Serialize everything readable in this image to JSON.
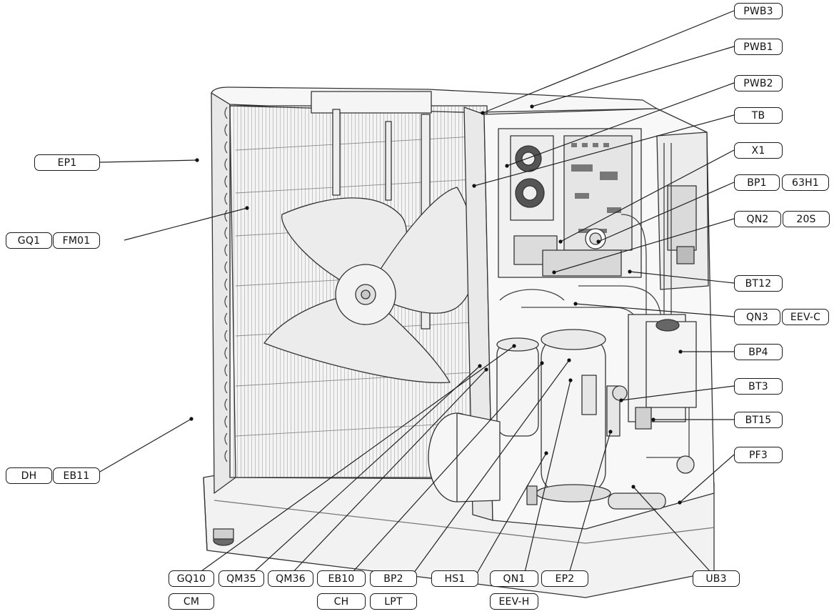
{
  "callouts": [
    {
      "id": "pwb3",
      "labels": [
        "PWB3"
      ]
    },
    {
      "id": "pwb1",
      "labels": [
        "PWB1"
      ]
    },
    {
      "id": "pwb2",
      "labels": [
        "PWB2"
      ]
    },
    {
      "id": "tb",
      "labels": [
        "TB"
      ]
    },
    {
      "id": "ep1",
      "labels": [
        "EP1"
      ]
    },
    {
      "id": "x1",
      "labels": [
        "X1"
      ]
    },
    {
      "id": "bp1",
      "labels": [
        "BP1",
        "63H1"
      ]
    },
    {
      "id": "gq1",
      "labels": [
        "GQ1",
        "FM01"
      ]
    },
    {
      "id": "qn2",
      "labels": [
        "QN2",
        "20S"
      ]
    },
    {
      "id": "bt12",
      "labels": [
        "BT12"
      ]
    },
    {
      "id": "qn3",
      "labels": [
        "QN3",
        "EEV-C"
      ]
    },
    {
      "id": "bp4",
      "labels": [
        "BP4"
      ]
    },
    {
      "id": "bt3",
      "labels": [
        "BT3"
      ]
    },
    {
      "id": "bt15",
      "labels": [
        "BT15"
      ]
    },
    {
      "id": "pf3",
      "labels": [
        "PF3"
      ]
    },
    {
      "id": "dh",
      "labels": [
        "DH",
        "EB11"
      ]
    },
    {
      "id": "gq10",
      "labels": [
        "GQ10",
        "CM"
      ]
    },
    {
      "id": "qm35",
      "labels": [
        "QM35"
      ]
    },
    {
      "id": "qm36",
      "labels": [
        "QM36"
      ]
    },
    {
      "id": "eb10",
      "labels": [
        "EB10",
        "CH"
      ]
    },
    {
      "id": "bp2",
      "labels": [
        "BP2",
        "LPT"
      ]
    },
    {
      "id": "hs1",
      "labels": [
        "HS1"
      ]
    },
    {
      "id": "qn1",
      "labels": [
        "QN1",
        "EEV-H"
      ]
    },
    {
      "id": "ep2",
      "labels": [
        "EP2"
      ]
    },
    {
      "id": "ub3",
      "labels": [
        "UB3"
      ]
    }
  ]
}
